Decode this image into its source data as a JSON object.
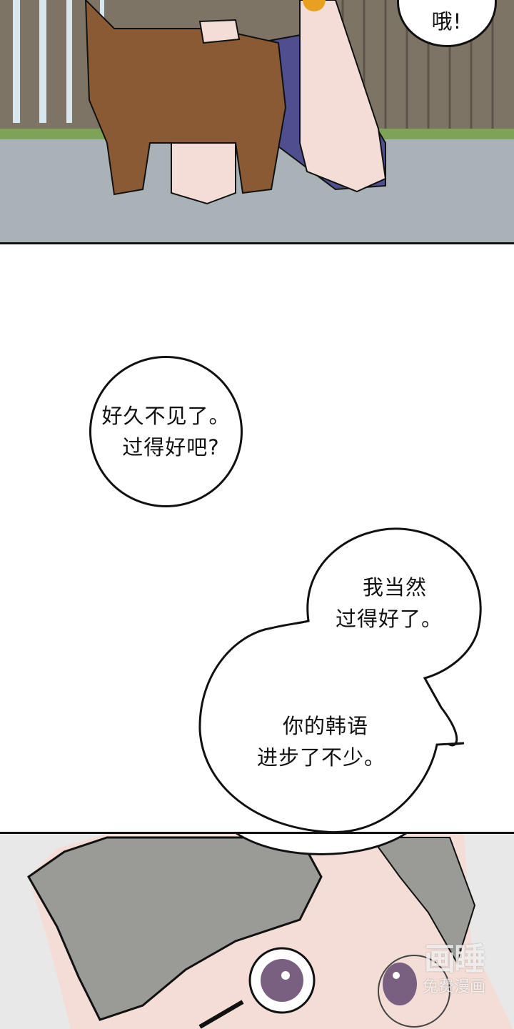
{
  "panels": [
    {
      "id": "top",
      "scene": "girl kneeling with brown poodle by wooden fence on pavement",
      "bubbles": [
        {
          "lines": [
            "哦!"
          ]
        }
      ]
    },
    {
      "id": "middle",
      "scene": "white space with dialogue",
      "bubbles": [
        {
          "lines": [
            "好久不见了。",
            "过得好吧?"
          ]
        },
        {
          "lines": [
            "我当然",
            "过得好了。"
          ]
        },
        {
          "lines": [
            "你的韩语",
            "进步了不少。"
          ]
        }
      ]
    },
    {
      "id": "bottom",
      "scene": "close-up of grey-haired boy with purple eyes and round glasses",
      "watermark": {
        "logo": "画睡",
        "subtitle": "免费漫画"
      }
    }
  ],
  "colors": {
    "pavement": "#a9b2b6",
    "fence": "#7d7466",
    "dog_fur": "#8a5a35",
    "shorts": "#4f4f8f",
    "skin": "#f3ddd6",
    "hair_grey": "#9a9a96",
    "eye_purple": "#7a6080",
    "grass": "#7fa356"
  }
}
